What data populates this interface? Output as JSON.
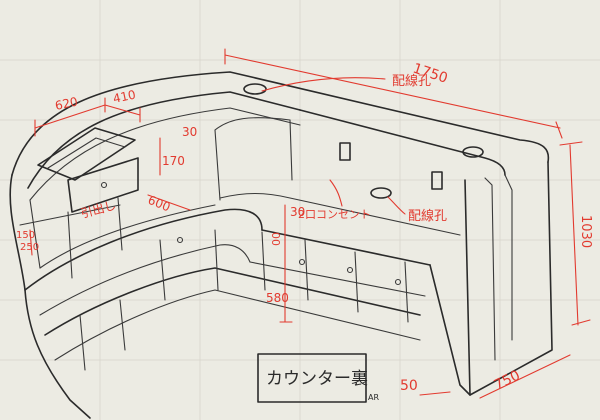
{
  "colors": {
    "paper": "#ecebe3",
    "ink": "#2b2b2b",
    "dimension": "#e23a2f"
  },
  "dimensions": {
    "top_length": "1750",
    "height": "1030",
    "right_depth": "750",
    "bottom_offset": "50",
    "drawer_width": "620",
    "drawer_gap": "410",
    "counter_depth": "600",
    "shelf_upper": "30",
    "shelf_170": "170",
    "shelf_lower": "30",
    "inner_height": "580",
    "inner_small": "00",
    "left_side": "150",
    "left_side_2": "250"
  },
  "annotations": {
    "wiring_hole_1": "配線孔",
    "wiring_hole_2": "配線孔",
    "outlet": "2口コンセント",
    "drawer": "引出し"
  },
  "title_box": {
    "title": "カウンター裏",
    "mark": "AR"
  }
}
